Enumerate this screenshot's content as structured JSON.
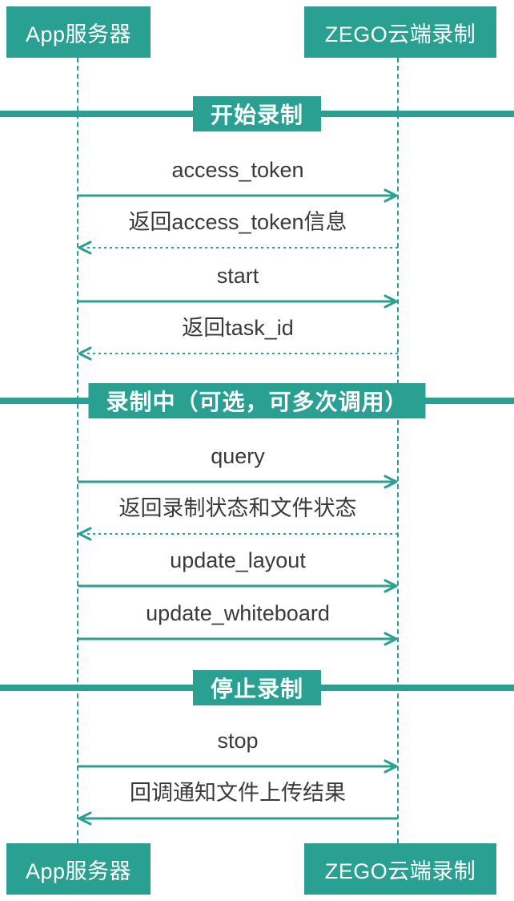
{
  "colors": {
    "teal": "#2AA092",
    "text": "#3A3A3A",
    "background": "#FFFFFF",
    "label_text": "#FFFFFF"
  },
  "actors": {
    "app_server": "App服务器",
    "zego_cloud": "ZEGO云端录制"
  },
  "sections": [
    {
      "label": "开始录制"
    },
    {
      "label": "录制中（可选，可多次调用）"
    },
    {
      "label": "停止录制"
    }
  ],
  "messages": [
    {
      "label": "access_token",
      "from": "App服务器",
      "to": "ZEGO云端录制",
      "direction": "right",
      "style": "solid"
    },
    {
      "label": "返回access_token信息",
      "from": "ZEGO云端录制",
      "to": "App服务器",
      "direction": "left",
      "style": "dashed"
    },
    {
      "label": "start",
      "from": "App服务器",
      "to": "ZEGO云端录制",
      "direction": "right",
      "style": "solid"
    },
    {
      "label": "返回task_id",
      "from": "ZEGO云端录制",
      "to": "App服务器",
      "direction": "left",
      "style": "dashed"
    },
    {
      "label": "query",
      "from": "App服务器",
      "to": "ZEGO云端录制",
      "direction": "right",
      "style": "solid"
    },
    {
      "label": "返回录制状态和文件状态",
      "from": "ZEGO云端录制",
      "to": "App服务器",
      "direction": "left",
      "style": "dashed"
    },
    {
      "label": "update_layout",
      "from": "App服务器",
      "to": "ZEGO云端录制",
      "direction": "right",
      "style": "solid"
    },
    {
      "label": "update_whiteboard",
      "from": "App服务器",
      "to": "ZEGO云端录制",
      "direction": "right",
      "style": "solid"
    },
    {
      "label": "stop",
      "from": "App服务器",
      "to": "ZEGO云端录制",
      "direction": "right",
      "style": "solid"
    },
    {
      "label": "回调通知文件上传结果",
      "from": "ZEGO云端录制",
      "to": "App服务器",
      "direction": "left",
      "style": "solid"
    }
  ]
}
